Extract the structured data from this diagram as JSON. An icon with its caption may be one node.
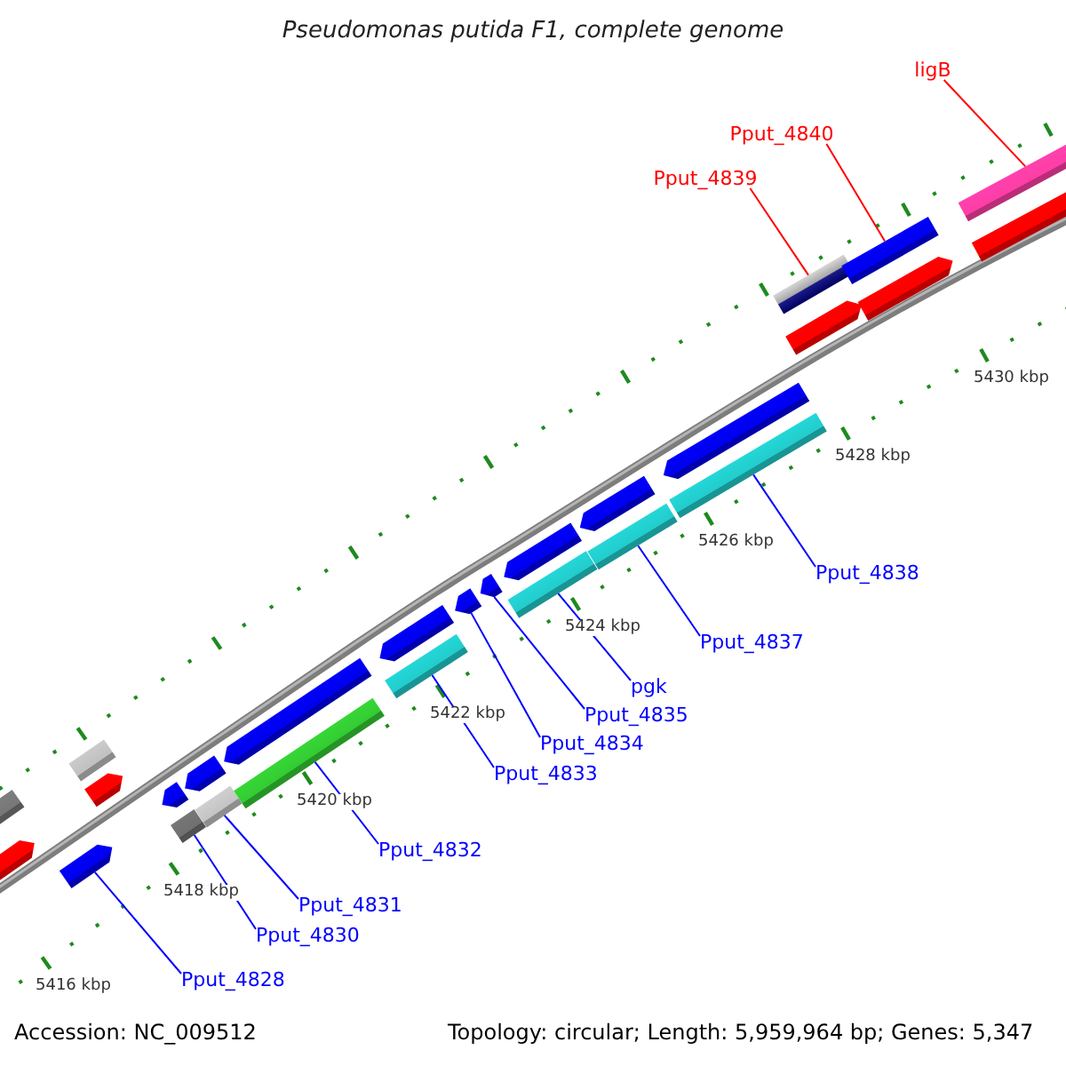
{
  "diagram": {
    "title": "Pseudomonas putida F1, complete genome",
    "nodes": [
      {
        "text": [
          "ligB"
        ]
      },
      {
        "text": [
          "Pput_4840"
        ]
      },
      {
        "text": [
          "Pput_4839"
        ]
      },
      {
        "text": [
          "Pput_4838"
        ]
      },
      {
        "text": [
          "Pput_4837"
        ]
      },
      {
        "text": [
          "pgk"
        ]
      },
      {
        "text": [
          "Pput_4835"
        ]
      },
      {
        "text": [
          "Pput_4834"
        ]
      },
      {
        "text": [
          "Pput_4833"
        ]
      },
      {
        "text": [
          "Pput_4832"
        ]
      },
      {
        "text": [
          "Pput_4831"
        ]
      },
      {
        "text": [
          "Pput_4830"
        ]
      },
      {
        "text": [
          "Pput_4828"
        ]
      },
      {
        "text": [],
        "shape": "bar"
      },
      {
        "text": [],
        "shape": "bar"
      },
      {
        "text": [],
        "shape": "bar"
      },
      {
        "text": [],
        "shape": "bar"
      },
      {
        "text": [],
        "shape": "bar"
      },
      {
        "text": [],
        "shape": "bar"
      },
      {
        "text": [],
        "shape": "bar"
      },
      {
        "text": [],
        "shape": "bar"
      },
      {
        "text": [],
        "shape": "bar"
      },
      {
        "text": [],
        "shape": "bar"
      },
      {
        "text": [],
        "shape": "bar"
      },
      {
        "text": [],
        "shape": "bar"
      },
      {
        "text": [],
        "shape": "bar"
      },
      {
        "text": [],
        "shape": "bar"
      },
      {
        "text": [],
        "shape": "bar"
      },
      {
        "text": [],
        "shape": "bar"
      },
      {
        "text": [],
        "shape": "bar"
      },
      {
        "text": [],
        "shape": "bar"
      },
      {
        "text": [],
        "shape": "bar"
      },
      {
        "text": [],
        "shape": "bar"
      },
      {
        "text": [],
        "shape": "bar"
      },
      {
        "text": [],
        "shape": "bar"
      },
      {
        "text": [],
        "shape": "bar"
      },
      {
        "text": [],
        "shape": "bar"
      },
      {
        "text": [],
        "shape": "bar"
      },
      {
        "text": [],
        "shape": "bar"
      },
      {
        "text": [],
        "shape": "bar"
      }
    ],
    "edges": [
      {
        "from": 0,
        "to": 38,
        "arrow": "none",
        "color": "#ff0000"
      },
      {
        "from": 1,
        "to": 36,
        "arrow": "none",
        "color": "#ff0000"
      },
      {
        "from": 2,
        "to": 34,
        "arrow": "none",
        "color": "#ff0000"
      },
      {
        "from": 3,
        "to": 33,
        "arrow": "none"
      },
      {
        "from": 4,
        "to": 31,
        "arrow": "none"
      },
      {
        "from": 5,
        "to": 29,
        "arrow": "none"
      },
      {
        "from": 6,
        "to": 27,
        "arrow": "none"
      },
      {
        "from": 7,
        "to": 26,
        "arrow": "none"
      },
      {
        "from": 8,
        "to": 25,
        "arrow": "none"
      },
      {
        "from": 9,
        "to": 23,
        "arrow": "none"
      },
      {
        "from": 10,
        "to": 21,
        "arrow": "none"
      },
      {
        "from": 11,
        "to": 19,
        "arrow": "none"
      },
      {
        "from": 12,
        "to": 15,
        "arrow": "none"
      }
    ],
    "labels": [
      "5416 kbp",
      "5418 kbp",
      "5420 kbp",
      "5422 kbp",
      "5424 kbp",
      "5426 kbp",
      "5428 kbp",
      "5430 kbp",
      "Accession: NC_009512",
      "Topology: circular; Length: 5,959,964 bp; Genes: 5,347"
    ]
  }
}
